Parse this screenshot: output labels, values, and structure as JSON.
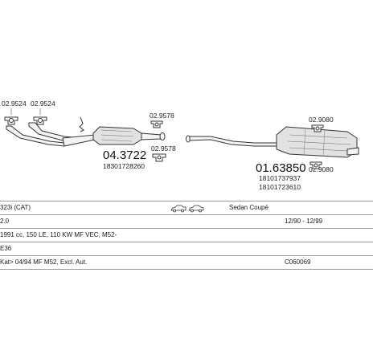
{
  "diagram": {
    "clamp_labels": [
      "02.9524",
      "02.9524",
      "02.9578",
      "02.9578",
      "02.9080",
      "02.9080"
    ],
    "front_pipe_part": "04.3722",
    "front_pipe_oem": "18301728260",
    "rear_silencer_part": "01.63850",
    "rear_silencer_oem_1": "18101737937",
    "rear_silencer_oem_2": "18101723610",
    "line_color": "#333333",
    "part_fill": "#e2e2e2"
  },
  "table": {
    "row1": {
      "model": "323i (CAT)",
      "body_icon": "sedan-coupe-icon",
      "body": "Sedan Coupé"
    },
    "row2": {
      "engine": "2.0",
      "years": "12/90 - 12/99"
    },
    "row3": {
      "spec": "1991 cc, 150 LE, 110 KW MF VEC, M52-"
    },
    "row4": {
      "chassis": "E36"
    },
    "row5": {
      "note": "Kat> 04/94 MF M52, Excl. Aut.",
      "code": "C060069"
    }
  }
}
